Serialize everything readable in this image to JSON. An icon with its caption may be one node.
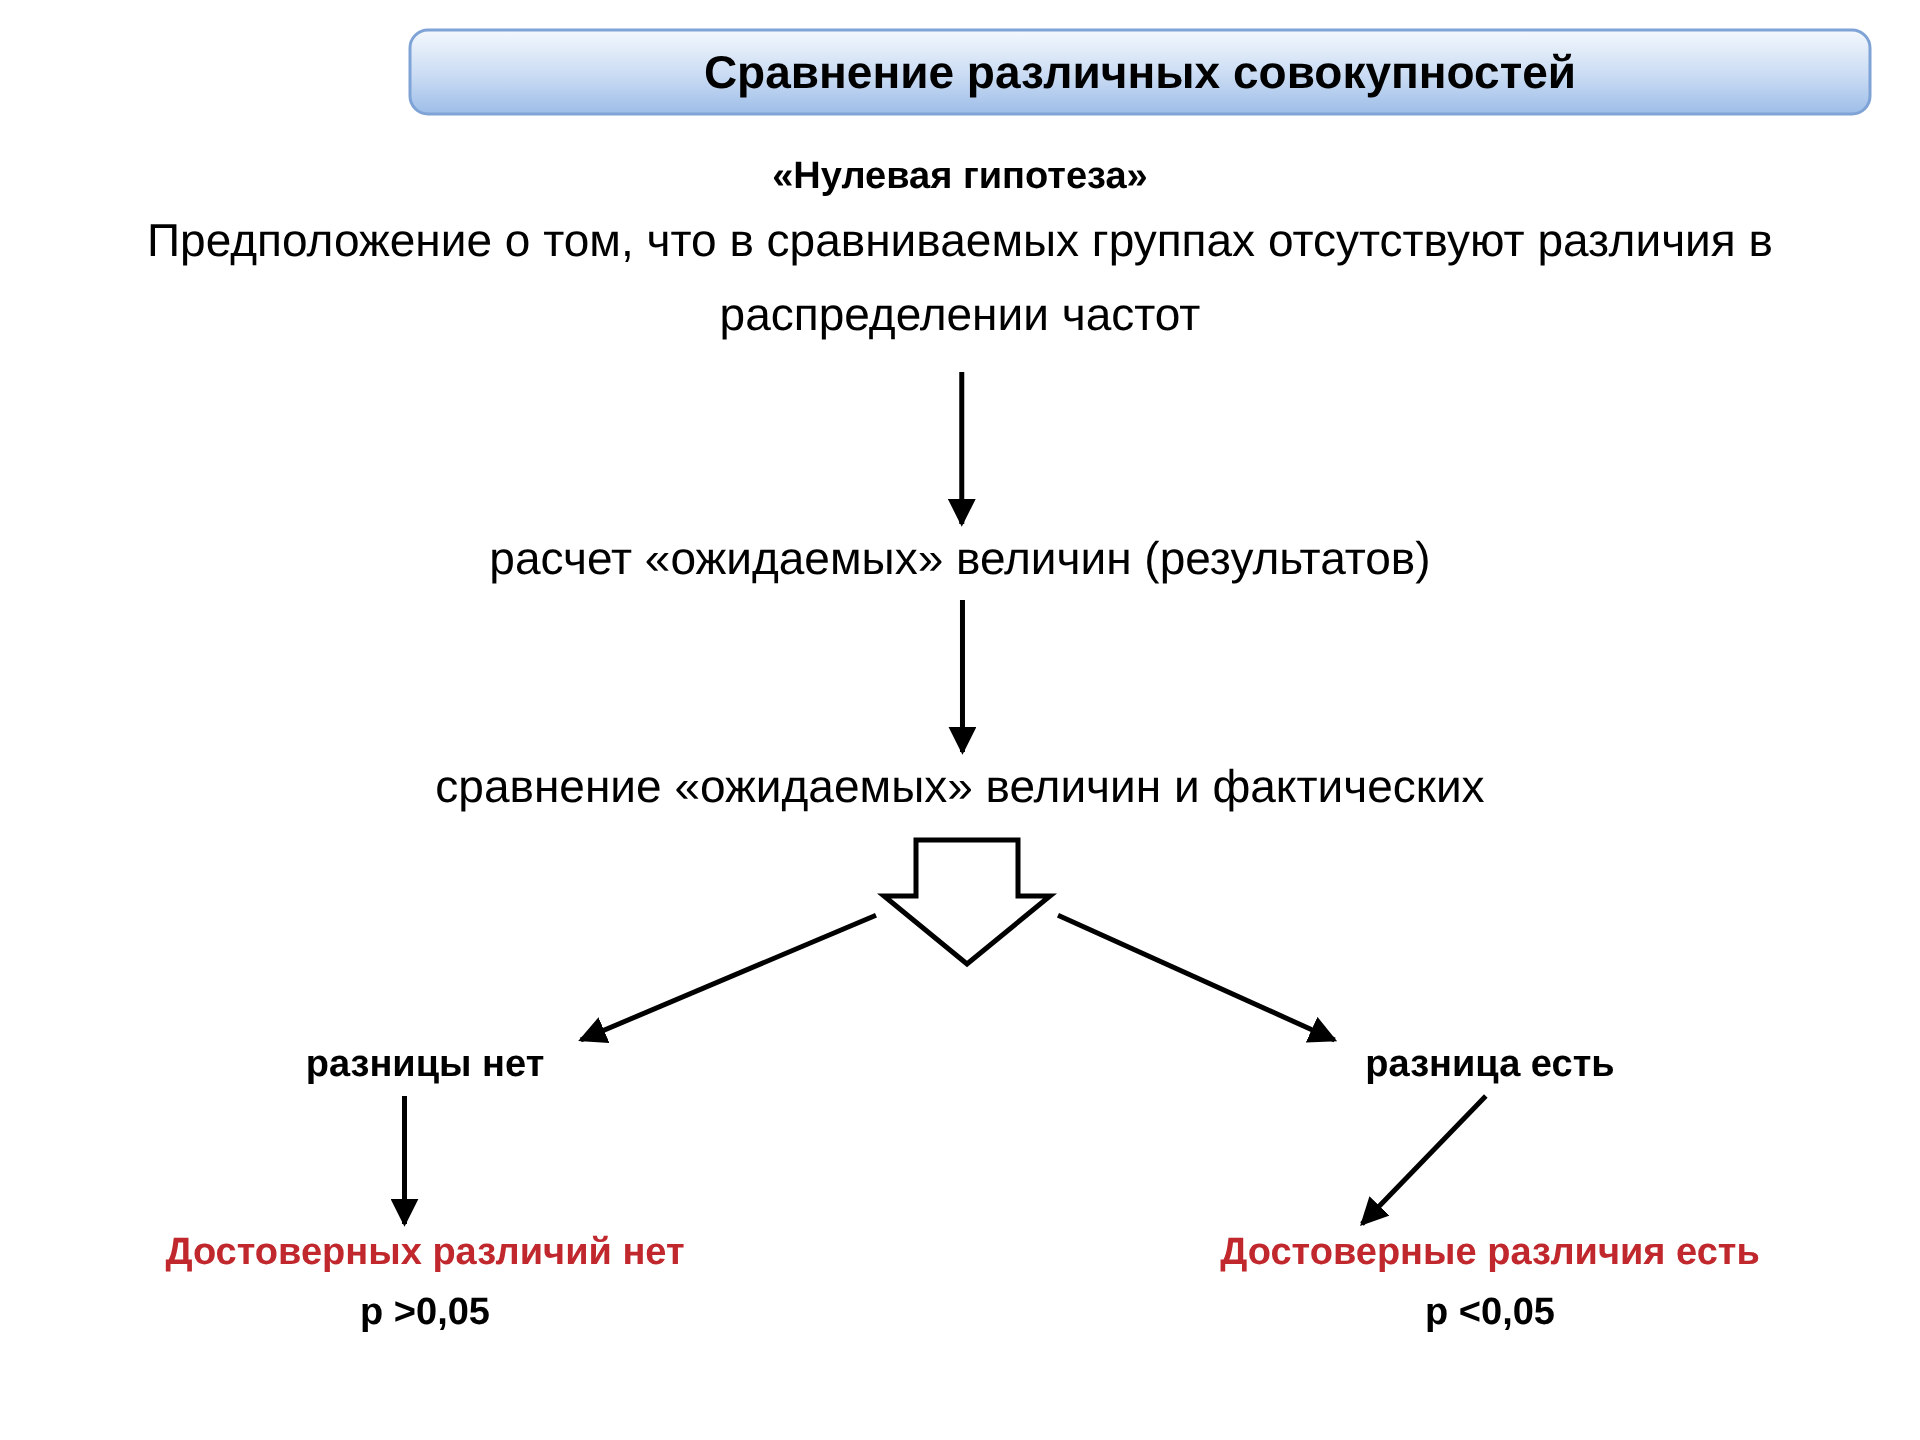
{
  "diagram": {
    "title": "Сравнение различных совокупностей",
    "nodes": [
      {
        "text": [
          "«Нулевая гипотеза»",
          "Предположение о том, что в сравниваемых группах отсутствуют различия в распределении частот"
        ]
      },
      {
        "text": [
          "расчет «ожидаемых» величин (результатов)"
        ]
      },
      {
        "text": [
          "сравнение «ожидаемых» величин и фактических"
        ]
      },
      {
        "text": [],
        "shape": "arrow"
      },
      {
        "text": [
          "разницы нет"
        ]
      },
      {
        "text": [
          "разница есть"
        ]
      },
      {
        "text": [
          "Достоверных различий нет",
          "p >0,05"
        ]
      },
      {
        "text": [
          "Достоверные различия есть",
          "p <0,05"
        ]
      }
    ],
    "edges": [
      {
        "from": 0,
        "to": 1,
        "arrow": "to"
      },
      {
        "from": 1,
        "to": 2,
        "arrow": "to"
      },
      {
        "from": 3,
        "to": 4,
        "arrow": "to"
      },
      {
        "from": 3,
        "to": 5,
        "arrow": "to"
      },
      {
        "from": 4,
        "to": 6,
        "arrow": "to"
      },
      {
        "from": 5,
        "to": 7,
        "arrow": "to"
      }
    ]
  }
}
